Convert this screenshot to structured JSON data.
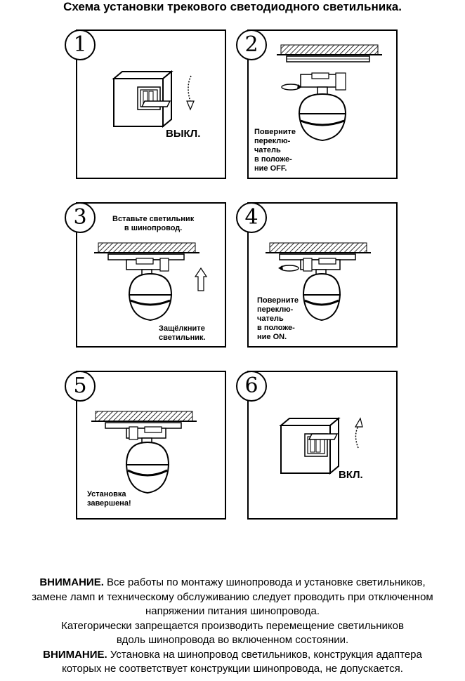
{
  "title": "Схема установки трекового светодиодного светильника.",
  "steps": [
    {
      "number": "1",
      "caption": "ВЫКЛ."
    },
    {
      "number": "2",
      "caption": "Поверните\nпереклю-\nчатель\nв положе-\nние OFF."
    },
    {
      "number": "3",
      "caption_top": "Вставьте светильник\nв шинопровод.",
      "caption_bottom": "Защёлкните\nсветильник."
    },
    {
      "number": "4",
      "caption": "Поверните\nпереклю-\nчатель\nв положе-\nние ON."
    },
    {
      "number": "5",
      "caption": "Установка\nзавершена!"
    },
    {
      "number": "6",
      "caption": "ВКЛ."
    }
  ],
  "notice": {
    "warning_label": "ВНИМАНИЕ.",
    "line1_rest": "Все работы по монтажу шинопровода и установке светильников,",
    "line2": "замене ламп и техническому обслуживанию следует проводить при отключенном",
    "line3": "напряжении питания шинопровода.",
    "line4": "Категорически запрещается производить перемещение светильников",
    "line5": "вдоль шинопровода во включенном состоянии.",
    "warning_label_2": "ВНИМАНИЕ.",
    "line6_rest": "Установка на шинопровод светильников, конструкция адаптера",
    "line7": "которых не соответствует конструкции шинопровода, не допускается."
  }
}
